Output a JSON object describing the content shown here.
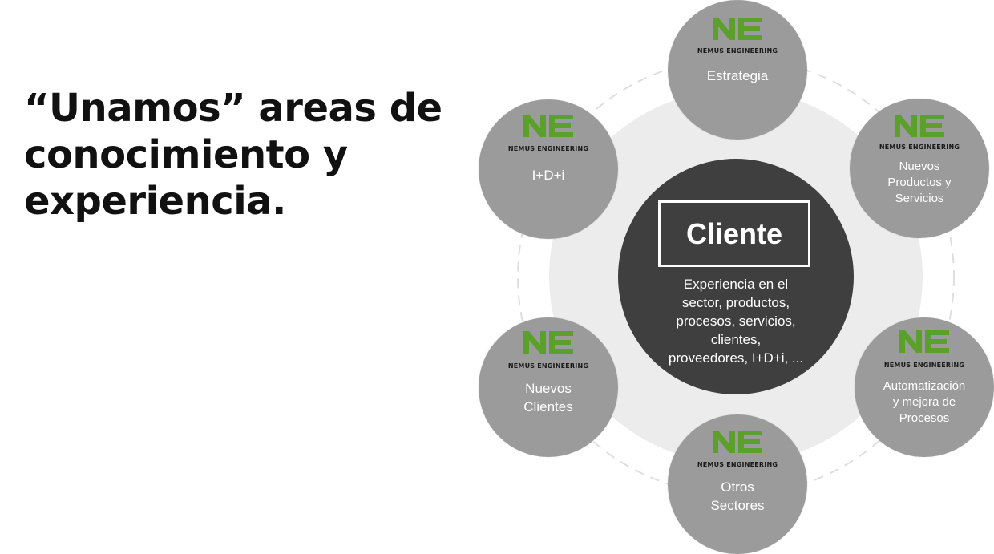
{
  "headline": "“Unamos” areas de conocimiento y experiencia.",
  "brand": "NEMUS ENGINEERING",
  "colors": {
    "logo_green": "#5ba02a",
    "satellite_fill": "#9b9b9b",
    "center_fill": "#3f3f3f",
    "ring": "#ececec"
  },
  "center": {
    "title": "Cliente",
    "text": "Experiencia en el\nsector, productos,\nprocesos, servicios,\nclientes,\nproveedores, I+D+i, ..."
  },
  "satellites": [
    {
      "id": "estrategia",
      "label": "Estrategia"
    },
    {
      "id": "nuevos-productos",
      "label": "Nuevos\nProductos y\nServicios"
    },
    {
      "id": "automatizacion",
      "label": "Automatización\ny mejora de\nProcesos"
    },
    {
      "id": "otros-sectores",
      "label": "Otros\nSectores"
    },
    {
      "id": "nuevos-clientes",
      "label": "Nuevos\nClientes"
    },
    {
      "id": "idi",
      "label": "I+D+i"
    }
  ]
}
